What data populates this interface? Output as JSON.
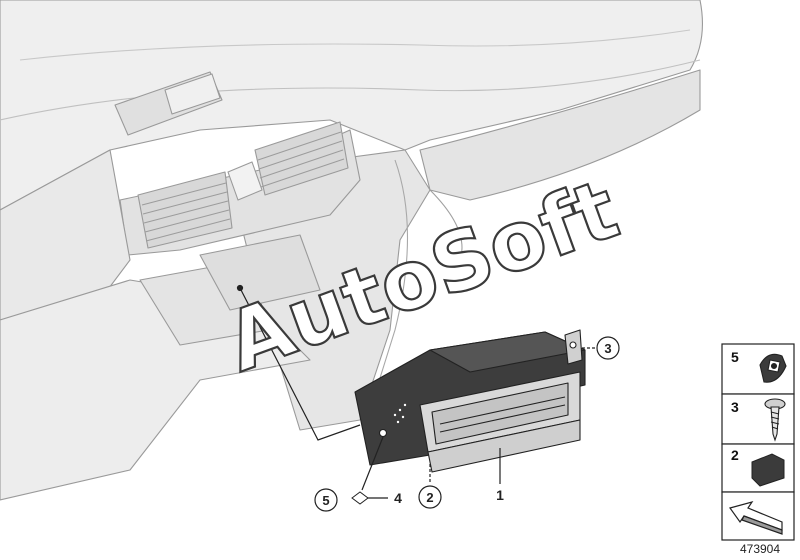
{
  "watermark": "AutoSoft",
  "diagram_number": "473904",
  "callouts": [
    {
      "label": "1",
      "circled": false
    },
    {
      "label": "2",
      "circled": true
    },
    {
      "label": "3",
      "circled": true
    },
    {
      "label": "4",
      "circled": false
    },
    {
      "label": "5",
      "circled": true
    }
  ],
  "legend": [
    {
      "label": "5",
      "icon": "clip-nut-icon"
    },
    {
      "label": "3",
      "icon": "screw-icon"
    },
    {
      "label": "2",
      "icon": "foam-pad-icon"
    },
    {
      "label": "",
      "icon": "arrow-icon"
    }
  ],
  "colors": {
    "dashboard": "#e9e9e9",
    "dashboard_line": "#8a8a8a",
    "unit_dark": "#3b3b3b",
    "unit_light": "#d6d6d6",
    "leader": "#222222"
  }
}
